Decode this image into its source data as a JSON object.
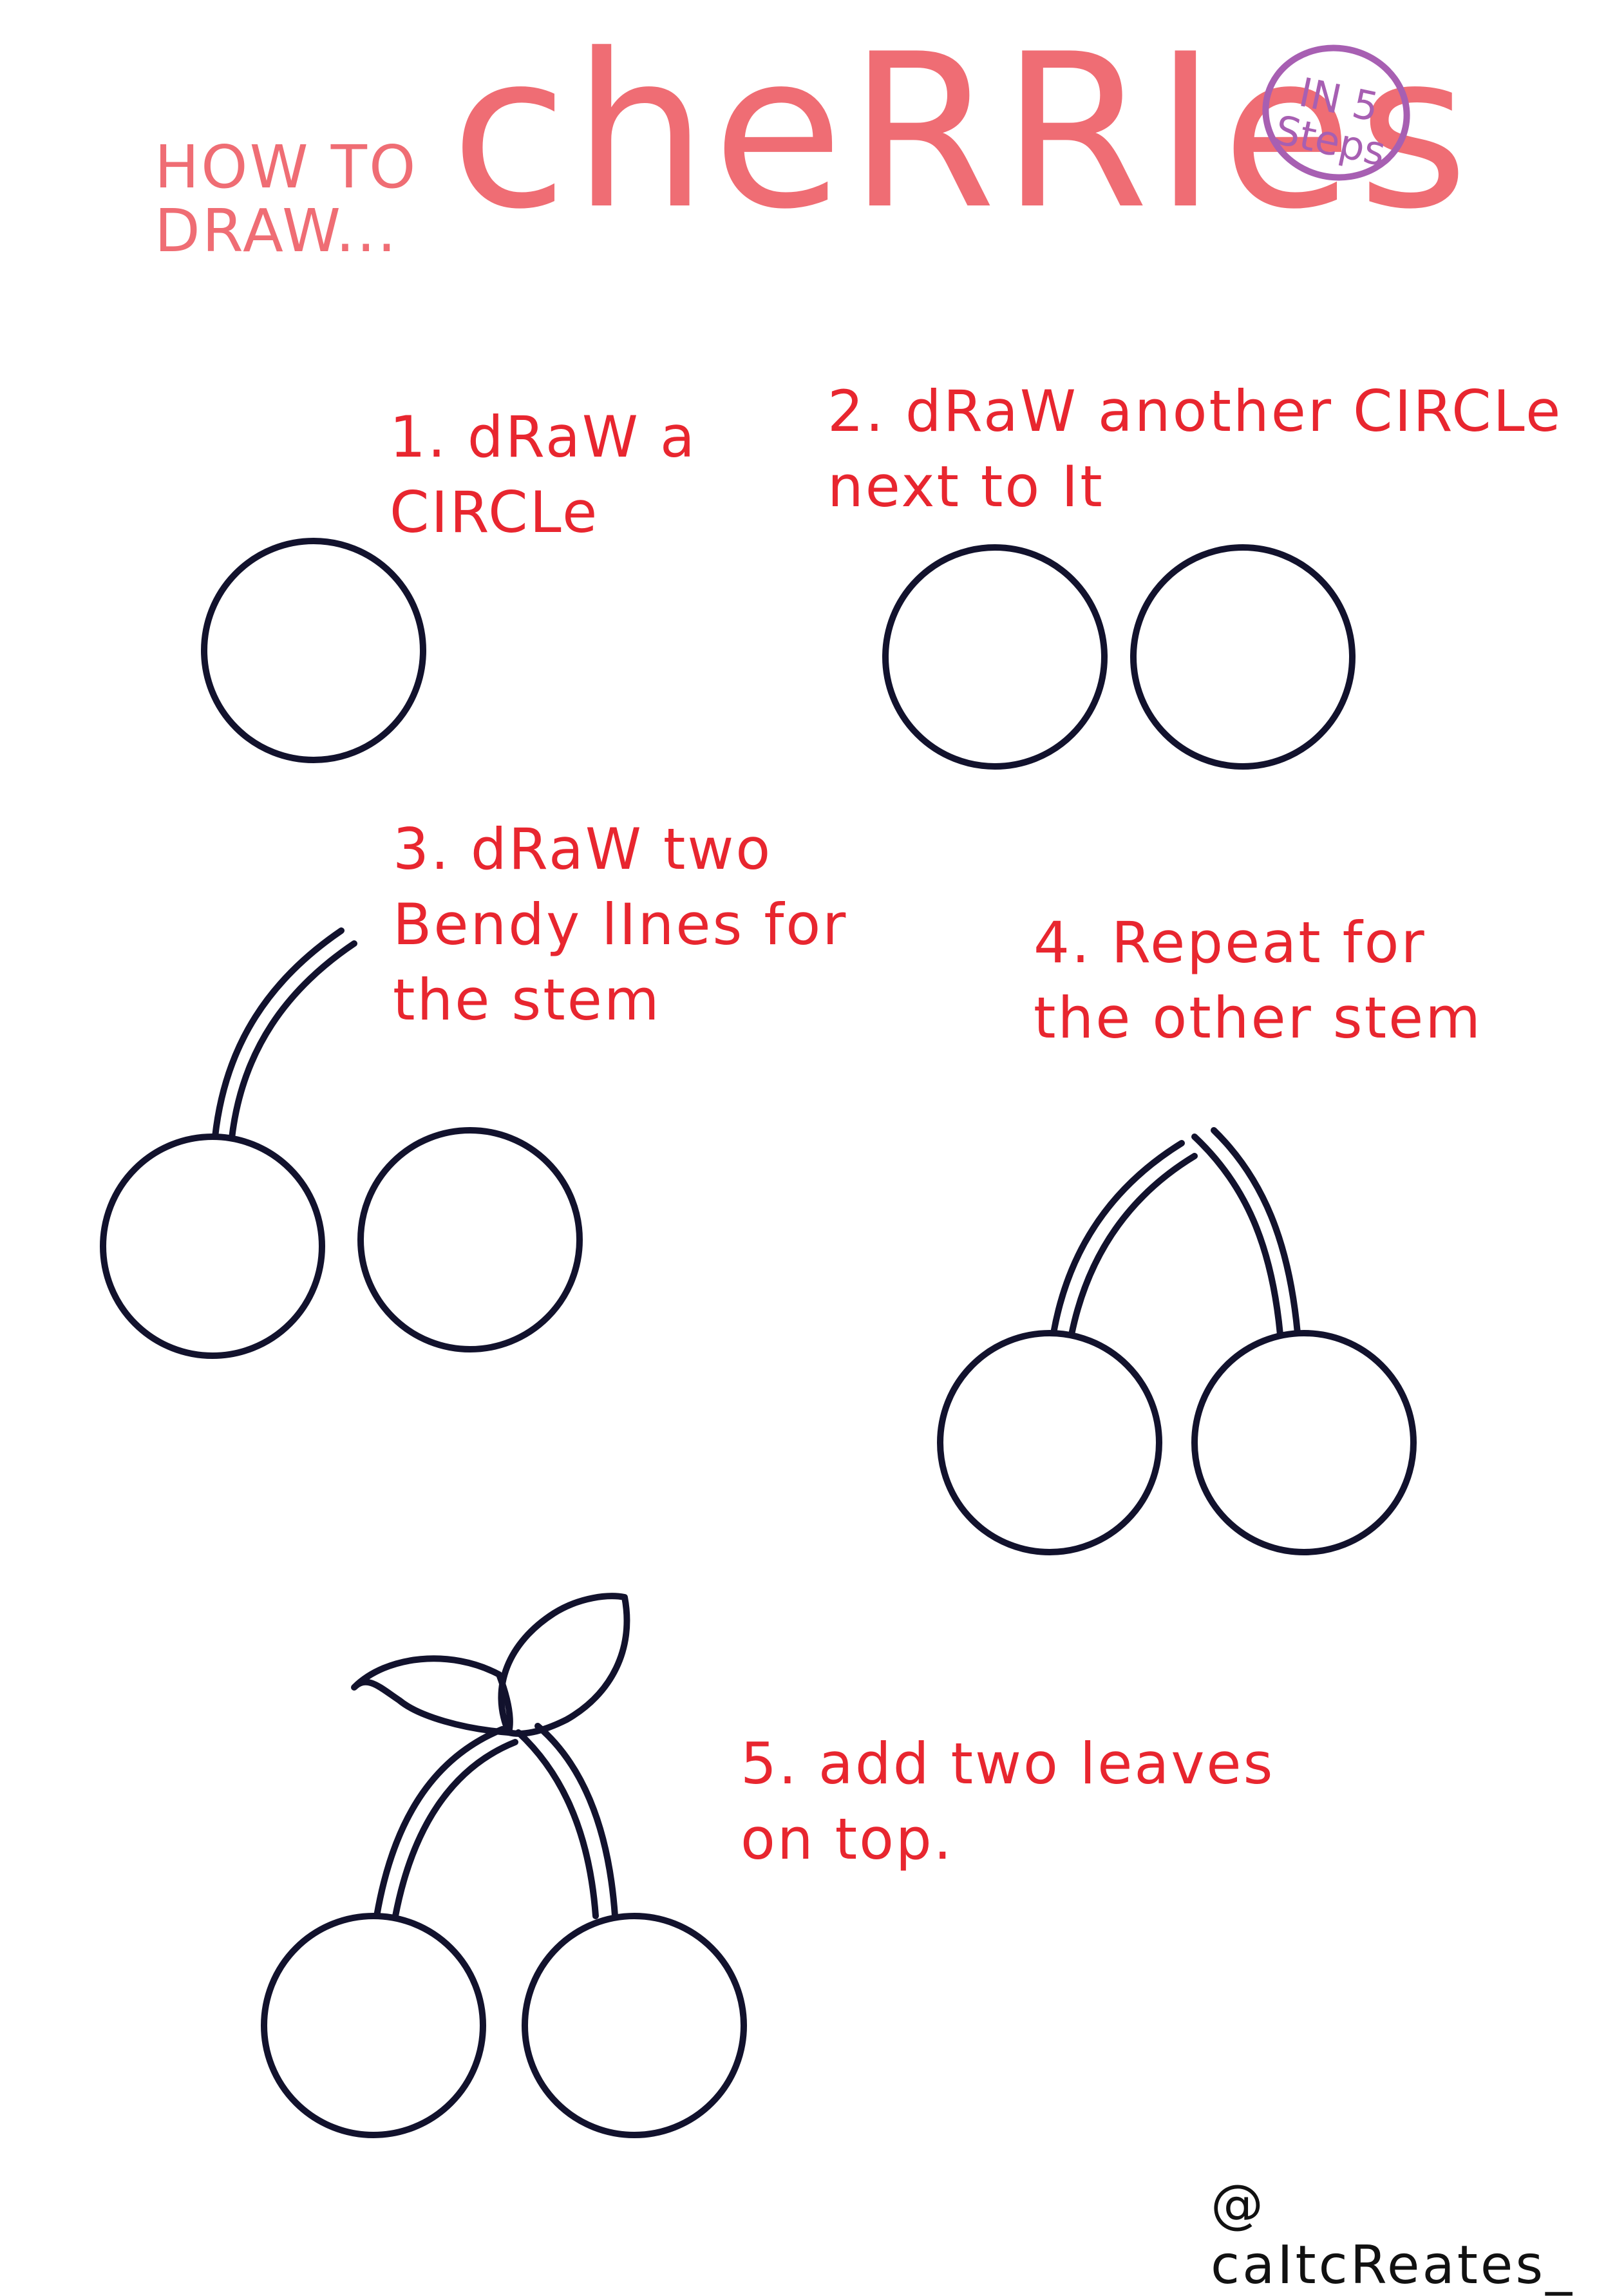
{
  "header": {
    "small_line1": "HOW TO",
    "small_line2": "DRAW...",
    "title": "cheRRIes",
    "badge_line1": "IN 5",
    "badge_line2": "Steps"
  },
  "steps": [
    {
      "text": "1. dRaW a\nCIRCLe"
    },
    {
      "text": "2. dRaW another CIRCLe\nnext to It"
    },
    {
      "text": "3. dRaW two\nBendy lInes for\nthe stem"
    },
    {
      "text": "4. Repeat for\nthe other stem"
    },
    {
      "text": "5. add two leaves\non top."
    }
  ],
  "signature": "@ caItcReates_",
  "colors": {
    "title": "#ef6d74",
    "badge": "#a75fb2",
    "step_text": "#e8262f",
    "ink": "#12122d"
  },
  "drawing_icons": [
    "circle",
    "two-circles",
    "cherries-one-stem",
    "cherries-two-stems",
    "cherries-with-leaves"
  ]
}
